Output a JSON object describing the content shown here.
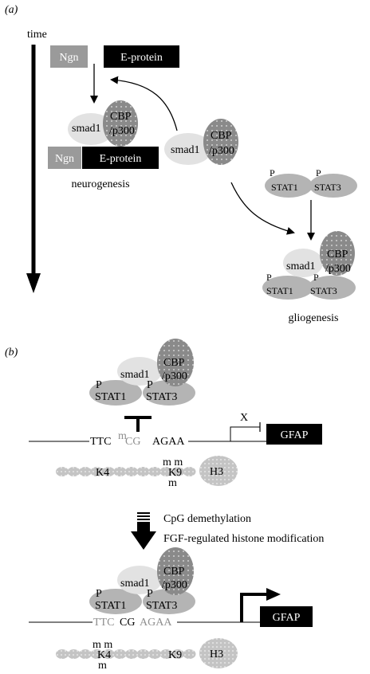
{
  "panel_a": {
    "label": "(a)",
    "time_label": "time",
    "ngn": "Ngn",
    "e_protein": "E-protein",
    "smad1": "smad1",
    "cbp": "CBP",
    "p300": "/p300",
    "ngn_bottom": "Ngn",
    "e_protein_bottom": "E-protein",
    "neurogenesis": "neurogenesis",
    "p": "P",
    "stat1": "STAT1",
    "stat3": "STAT3",
    "gliogenesis": "gliogenesis"
  },
  "panel_b": {
    "label": "(b)",
    "smad1": "smad1",
    "cbp": "CBP",
    "p300": "/p300",
    "p": "P",
    "stat1": "STAT1",
    "stat3": "STAT3",
    "seq_ttc": "TTC",
    "seq_m": "m",
    "seq_cg": "CG",
    "seq_agaa": "AGAA",
    "x_mark": "X",
    "gfap": "GFAP",
    "k4": "K4",
    "k9": "K9",
    "h3": "H3",
    "mm": "m m",
    "m": "m",
    "step1": "CpG demethylation",
    "step2": "FGF-regulated histone modification",
    "seq2_ttc": "TTC",
    "seq2_cg": "CG",
    "seq2_agaa": "AGAA"
  }
}
